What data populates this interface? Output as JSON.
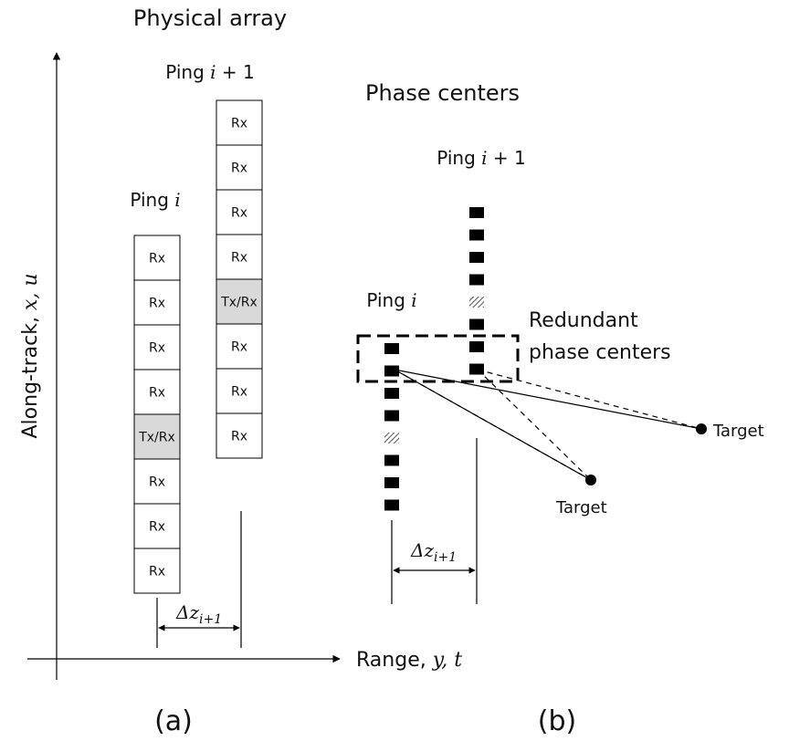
{
  "title_a": "Physical array",
  "title_b": "Phase centers",
  "ping_i_a": "Ping ",
  "ping_i_var": "i",
  "ping_i1_a": "Ping ",
  "ping_i1_var": "i",
  "ping_i1_suffix": " + 1",
  "ping_i_b": "Ping ",
  "ping_i1_b": "Ping ",
  "y_axis_label_text": "Along-track, ",
  "y_axis_label_math": "x, u",
  "x_axis_label_text": "Range, ",
  "x_axis_label_math": "y, t",
  "delta_label_a": "Δz",
  "delta_sub_a": "i+1",
  "delta_label_b": "Δz",
  "delta_sub_b": "i+1",
  "redundant_line1": "Redundant",
  "redundant_line2": "phase centers",
  "target1": "Target",
  "target2": "Target",
  "panel_a": "(a)",
  "panel_b": "(b)",
  "array_i_cells": [
    "Rx",
    "Rx",
    "Rx",
    "Rx",
    "Tx/Rx",
    "Rx",
    "Rx",
    "Rx"
  ],
  "array_i1_cells": [
    "Rx",
    "Rx",
    "Rx",
    "Rx",
    "Tx/Rx",
    "Rx",
    "Rx",
    "Rx"
  ],
  "colors": {
    "tx_fill": "#d9d9d9",
    "ink": "#000000"
  }
}
